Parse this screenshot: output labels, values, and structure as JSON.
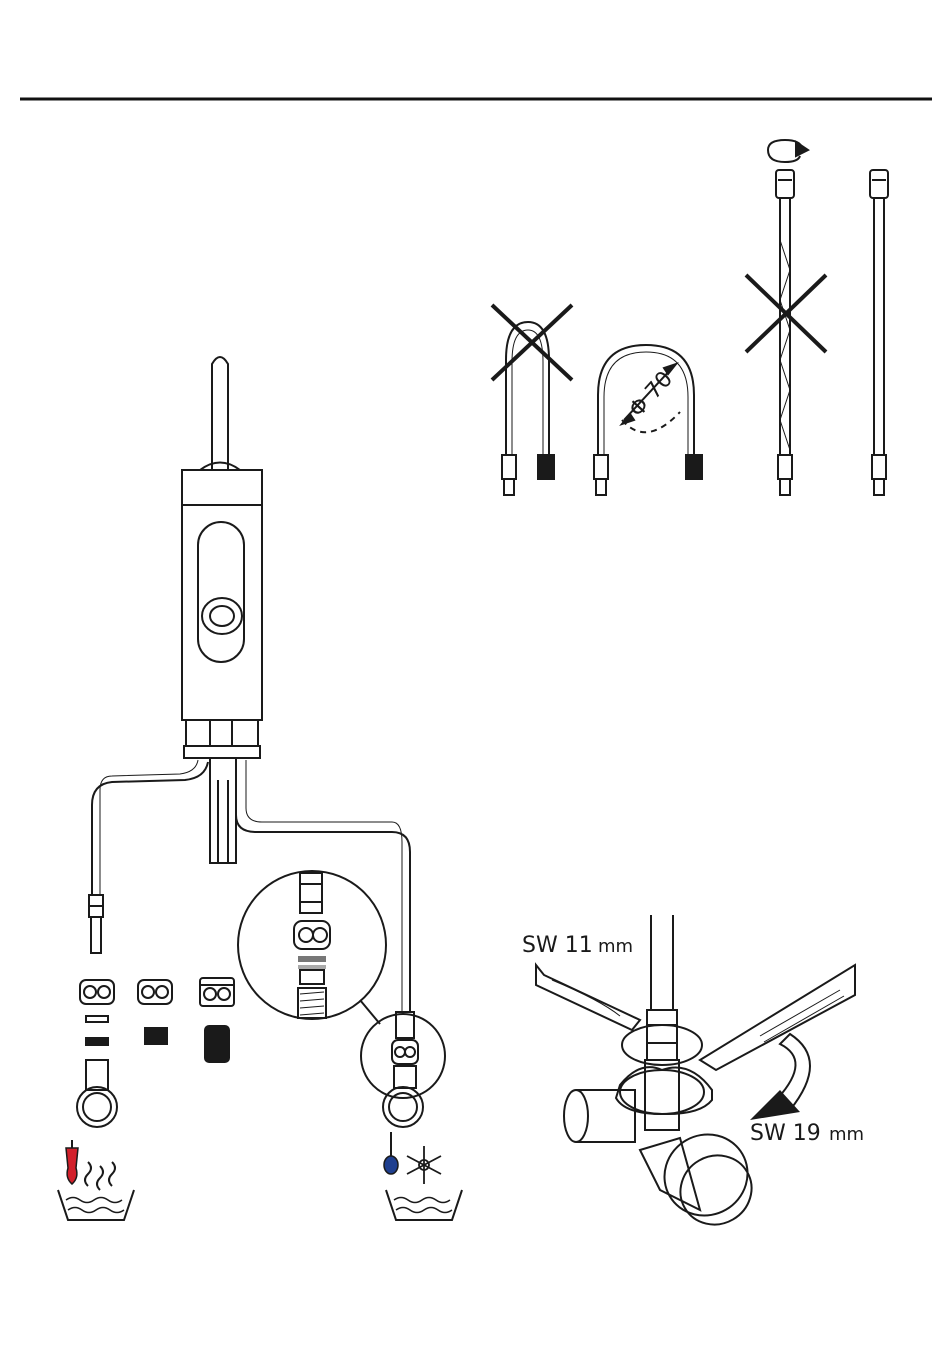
{
  "labels": {
    "diameter": "Φ 70",
    "wrench_small": "SW 11",
    "wrench_small_unit": "mm",
    "wrench_large": "SW 19",
    "wrench_large_unit": "mm"
  },
  "colors": {
    "line": "#1a1a1a",
    "hot": "#d2202b",
    "cold": "#1f3f8f"
  },
  "icons": {
    "hot_water": "thermometer-hot-icon",
    "cold_water": "thermometer-cold-snowflake-icon",
    "rotate": "rotate-arrow-icon",
    "wrong": "cross-mark-icon"
  }
}
